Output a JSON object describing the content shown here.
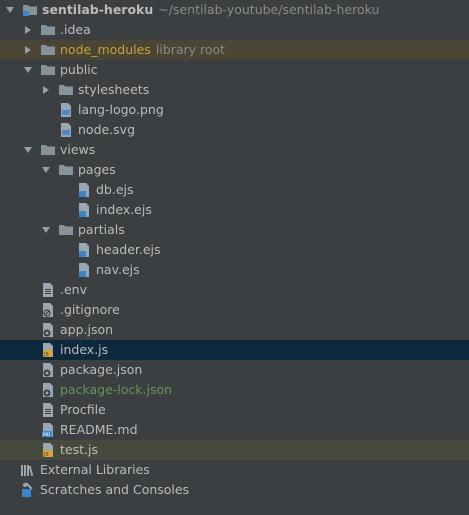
{
  "project": {
    "name": "sentilab-heroku",
    "path": "~/sentilab-youtube/sentilab-heroku"
  },
  "items": [
    {
      "label": ".idea"
    },
    {
      "label": "node_modules",
      "hint": "library root"
    },
    {
      "label": "public"
    },
    {
      "label": "stylesheets"
    },
    {
      "label": "lang-logo.png"
    },
    {
      "label": "node.svg"
    },
    {
      "label": "views"
    },
    {
      "label": "pages"
    },
    {
      "label": "db.ejs"
    },
    {
      "label": "index.ejs"
    },
    {
      "label": "partials"
    },
    {
      "label": "header.ejs"
    },
    {
      "label": "nav.ejs"
    },
    {
      "label": ".env"
    },
    {
      "label": ".gitignore"
    },
    {
      "label": "app.json"
    },
    {
      "label": "index.js"
    },
    {
      "label": "package.json"
    },
    {
      "label": "package-lock.json"
    },
    {
      "label": "Procfile"
    },
    {
      "label": "README.md"
    },
    {
      "label": "test.js"
    }
  ],
  "external_libraries": "External Libraries",
  "scratches": "Scratches and Consoles",
  "colors": {
    "background": "#3c3f41",
    "selected_row": "#0d293e",
    "excluded_row": "#4a4535",
    "excluded_text": "#c2a23b",
    "untracked_text": "#629755"
  }
}
